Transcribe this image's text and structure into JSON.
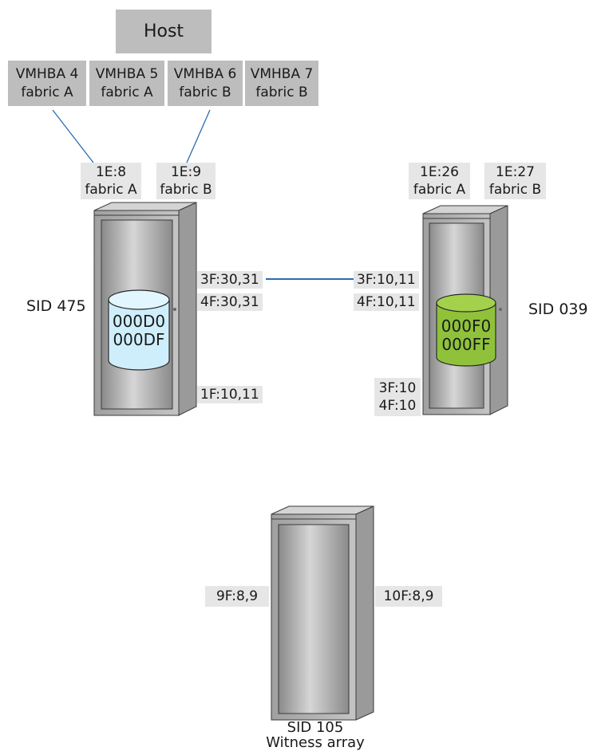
{
  "host": {
    "title": "Host"
  },
  "vmhbas": [
    {
      "name": "VMHBA 4",
      "fabric": "fabric A"
    },
    {
      "name": "VMHBA 5",
      "fabric": "fabric A"
    },
    {
      "name": "VMHBA 6",
      "fabric": "fabric B"
    },
    {
      "name": "VMHBA 7",
      "fabric": "fabric B"
    }
  ],
  "array_475": {
    "sid": "SID 475",
    "front_ports": [
      {
        "port": "1E:8",
        "fabric": "fabric A"
      },
      {
        "port": "1E:9",
        "fabric": "fabric B"
      }
    ],
    "rdf_ports": [
      "3F:30,31",
      "4F:30,31"
    ],
    "witness_ports": [
      "1F:10,11"
    ],
    "devices": [
      "000D0",
      "000DF"
    ],
    "device_color": "#cfeefc"
  },
  "array_039": {
    "sid": "SID 039",
    "front_ports": [
      {
        "port": "1E:26",
        "fabric": "fabric A"
      },
      {
        "port": "1E:27",
        "fabric": "fabric B"
      }
    ],
    "rdf_ports": [
      "3F:10,11",
      "4F:10,11"
    ],
    "witness_ports": [
      "3F:10",
      "4F:10"
    ],
    "devices": [
      "000F0",
      "000FF"
    ],
    "device_color": "#8fc23a"
  },
  "array_105": {
    "sid": "SID 105",
    "role": "Witness array",
    "ports_left": [
      "9F:8,9"
    ],
    "ports_right": [
      "10F:8,9"
    ]
  },
  "colors": {
    "link": "#2b6cb0",
    "host_box": "#bdbdbd",
    "port_label": "#e6e6e6"
  }
}
